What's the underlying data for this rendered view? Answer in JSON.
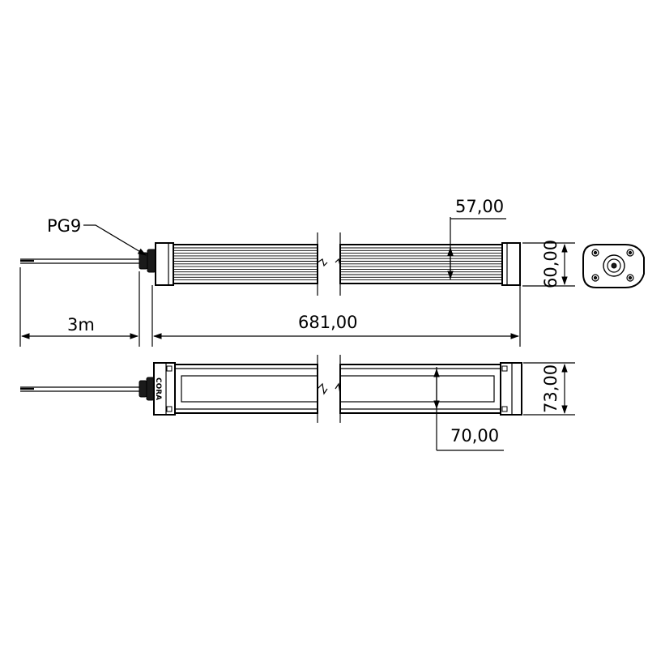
{
  "dimensions": {
    "gland": "PG9",
    "cable_length": "3m",
    "overall_length": "681,00",
    "profile_depth": "57,00",
    "end_height": "60,00",
    "front_height": "73,00",
    "front_inner": "70,00"
  },
  "logo": "CORA",
  "colors": {
    "line": "#000000",
    "background": "#ffffff",
    "rib": "#000000"
  }
}
